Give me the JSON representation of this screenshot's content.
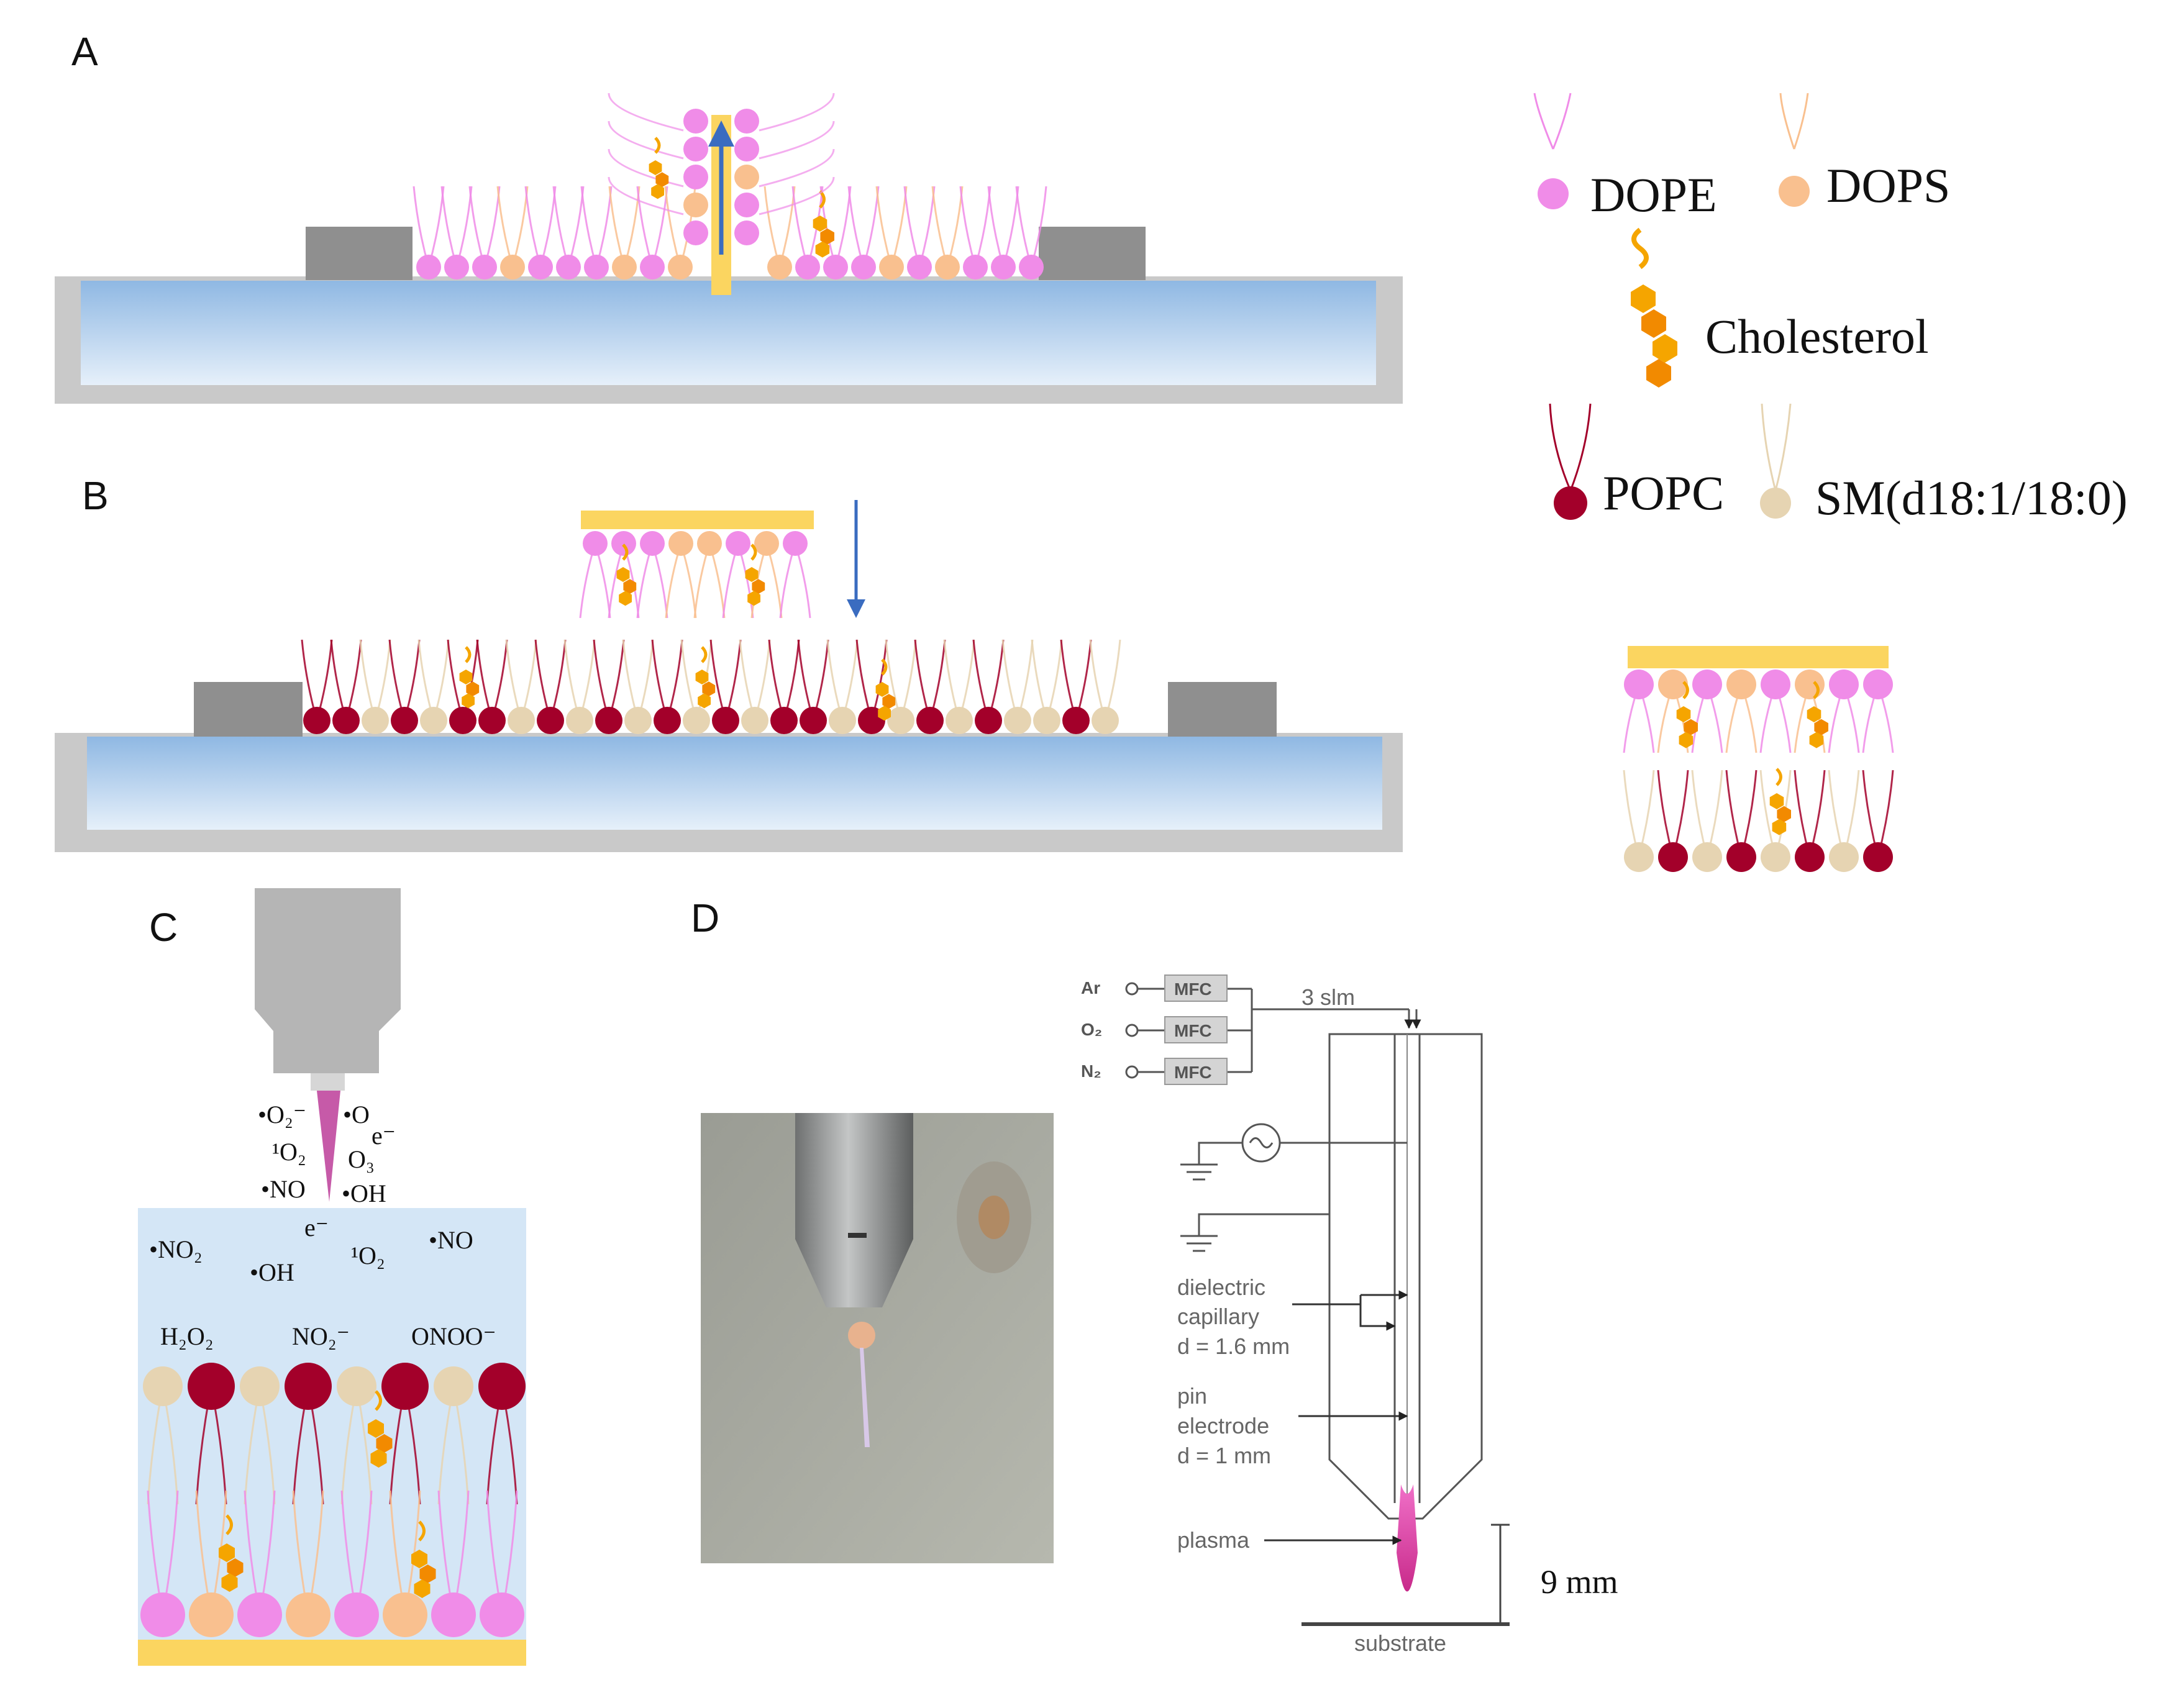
{
  "panels": {
    "a": {
      "letter": "A"
    },
    "b": {
      "letter": "B"
    },
    "c": {
      "letter": "C"
    },
    "d": {
      "letter": "D"
    }
  },
  "legend": {
    "dope": "DOPE",
    "dops": "DOPS",
    "cholesterol": "Cholesterol",
    "popc": "POPC",
    "sm": "SM(d18:1/18:0)"
  },
  "species": {
    "o2_rad": "•O₂⁻",
    "o_rad": "•O",
    "e1": "e⁻",
    "singlet_o2": "¹O₂",
    "o3": "O₃",
    "no_rad": "•NO",
    "oh_rad": "•OH",
    "no2_rad": "•NO₂",
    "e2": "e⁻",
    "oh_rad2": "•OH",
    "singlet_o2_b": "¹O₂",
    "no_rad2": "•NO",
    "h2o2": "H₂O₂",
    "no2_minus": "NO₂⁻",
    "onoo": "ONOO⁻"
  },
  "schematic": {
    "gas_ar": "Ar",
    "gas_o2": "O₂",
    "gas_n2": "N₂",
    "mfc": "MFC",
    "flow": "3 slm",
    "dielectric_1": "dielectric",
    "dielectric_2": "capillary",
    "dielectric_3": "d = 1.6 mm",
    "pin_1": "pin",
    "pin_2": "electrode",
    "pin_3": "d = 1 mm",
    "plasma": "plasma",
    "substrate": "substrate",
    "distance": "9 mm"
  },
  "colors": {
    "dope": "#f08ce8",
    "dops": "#f9c08f",
    "popc": "#a3002a",
    "sm": "#e6d4b2",
    "cholesterol": "#f5a500",
    "support": "#fbd560",
    "water": "#bcd7ee",
    "frame": "#c9c9c9",
    "block": "#8f8f8f",
    "arrow": "#3a6cc0",
    "plasma": "#e0399b"
  }
}
